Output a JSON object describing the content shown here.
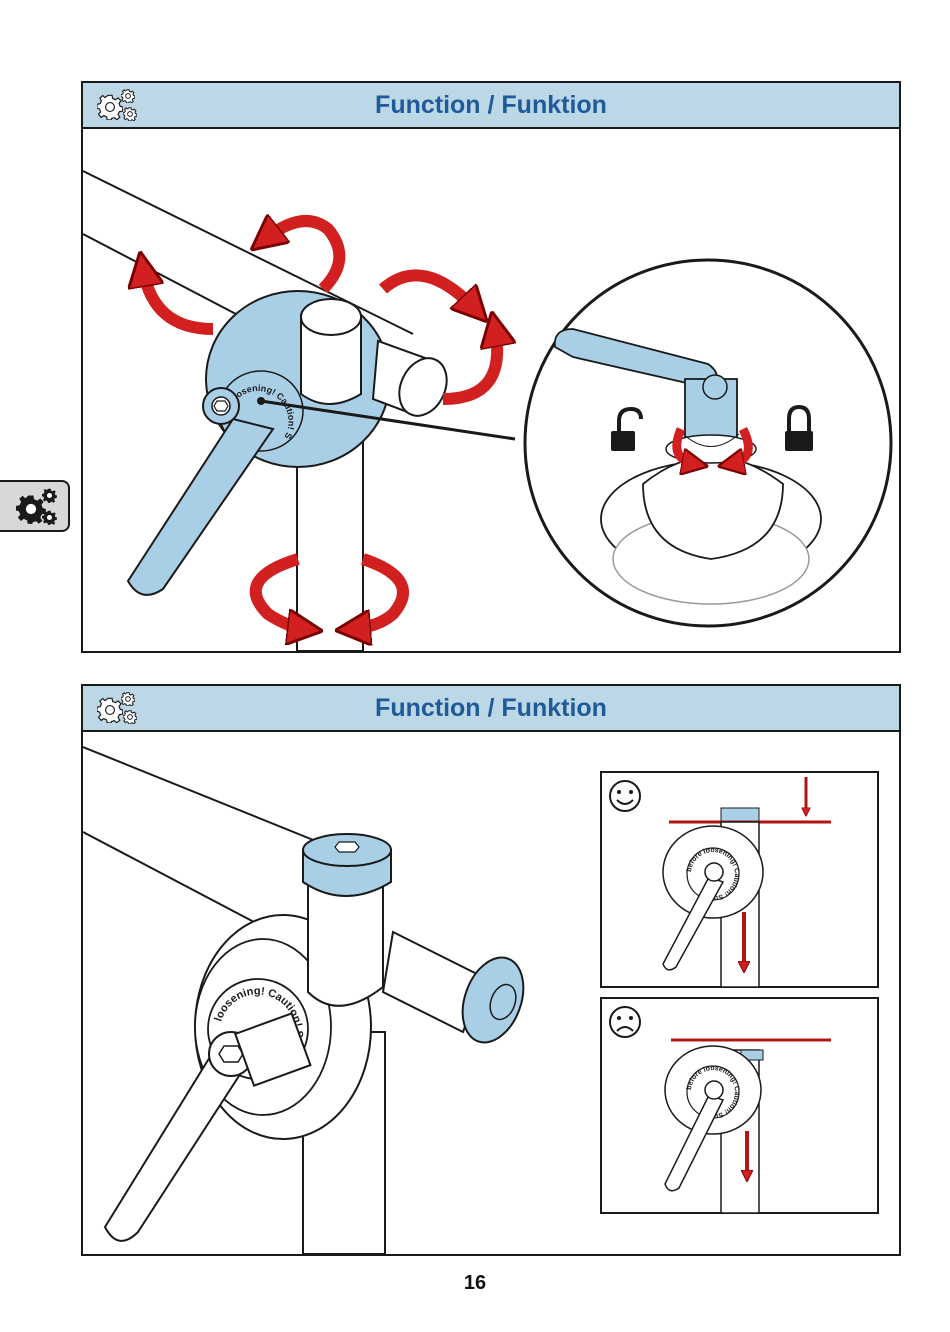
{
  "panels": [
    {
      "title": "Function / Funktion",
      "icon": "gears-icon",
      "lock_icons": [
        "unlock-icon",
        "lock-icon"
      ],
      "ring_text": "loosening! Caution! Support weight"
    },
    {
      "title": "Function / Funktion",
      "icon": "gears-icon",
      "ring_text": "loosening! Caution! Support weight",
      "ok_example": {
        "icon": "smiley-happy-icon",
        "ring_text": "before loosening! Caution! Support"
      },
      "bad_example": {
        "icon": "smiley-sad-icon",
        "ring_text": "before loosening! Caution! Support"
      }
    }
  ],
  "side_tab": {
    "icon": "gears-icon"
  },
  "page_number": "16",
  "colors": {
    "header_bg": "#bcd7e6",
    "title": "#1f5a9a",
    "part_blue": "#a9cfe6",
    "arrow_red": "#d21f1f"
  }
}
